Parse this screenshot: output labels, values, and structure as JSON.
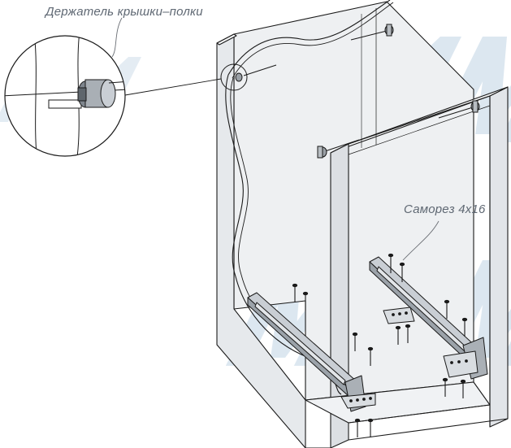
{
  "callouts": {
    "holder_label": "Держатель крышки–полки",
    "screw_label": "Саморез 4х16"
  },
  "watermark": {
    "text": "МДМ",
    "color": "#d6e3ee"
  },
  "colors": {
    "line": "#1a1a1a",
    "cabinet_panel": "#eef0f2",
    "cabinet_side": "#e2e5e9",
    "rail": "#c9ced4",
    "leader": "#6b6f75"
  }
}
